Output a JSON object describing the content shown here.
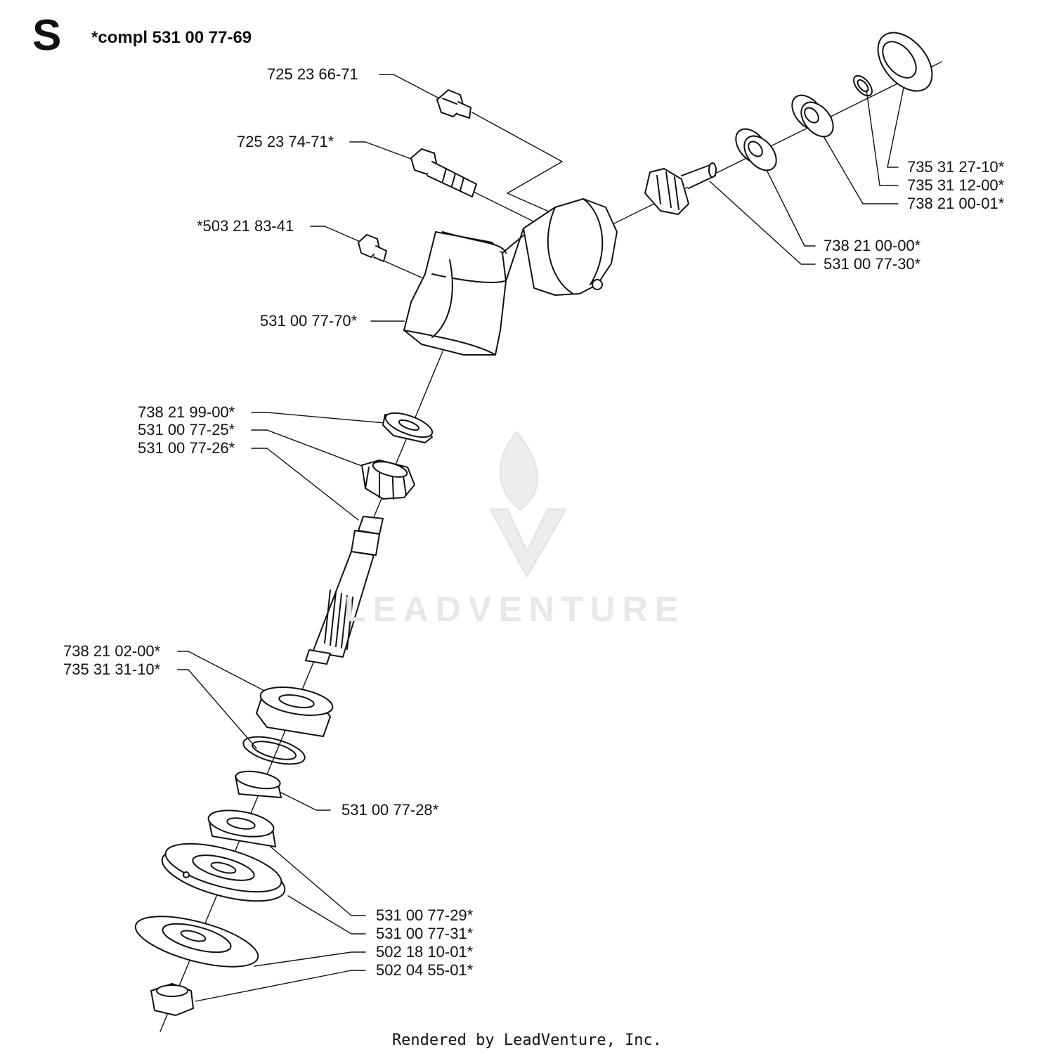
{
  "header": {
    "letter": "S",
    "assembly": "*compl 531 00 77-69"
  },
  "parts": [
    {
      "id": "p1",
      "label": "725 23 66-71"
    },
    {
      "id": "p2",
      "label": "725 23 74-71*"
    },
    {
      "id": "p3",
      "label": "*503 21 83-41"
    },
    {
      "id": "p4",
      "label": "531 00 77-70*"
    },
    {
      "id": "p5",
      "label": "735 31 27-10*"
    },
    {
      "id": "p6",
      "label": "735 31 12-00*"
    },
    {
      "id": "p7",
      "label": "738 21 00-01*"
    },
    {
      "id": "p8",
      "label": "738 21 00-00*"
    },
    {
      "id": "p9",
      "label": "531 00 77-30*"
    },
    {
      "id": "p10",
      "label": "738 21 99-00*"
    },
    {
      "id": "p11",
      "label": "531 00 77-25*"
    },
    {
      "id": "p12",
      "label": "531 00 77-26*"
    },
    {
      "id": "p13",
      "label": "738 21 02-00*"
    },
    {
      "id": "p14",
      "label": "735 31 31-10*"
    },
    {
      "id": "p15",
      "label": "531 00 77-28*"
    },
    {
      "id": "p16",
      "label": "531 00 77-29*"
    },
    {
      "id": "p17",
      "label": "531 00 77-31*"
    },
    {
      "id": "p18",
      "label": "502 18 10-01*"
    },
    {
      "id": "p19",
      "label": "502 04 55-01*"
    }
  ],
  "watermark": {
    "text": "LEADVENTURE"
  },
  "footer": {
    "text": "Rendered by LeadVenture, Inc."
  }
}
